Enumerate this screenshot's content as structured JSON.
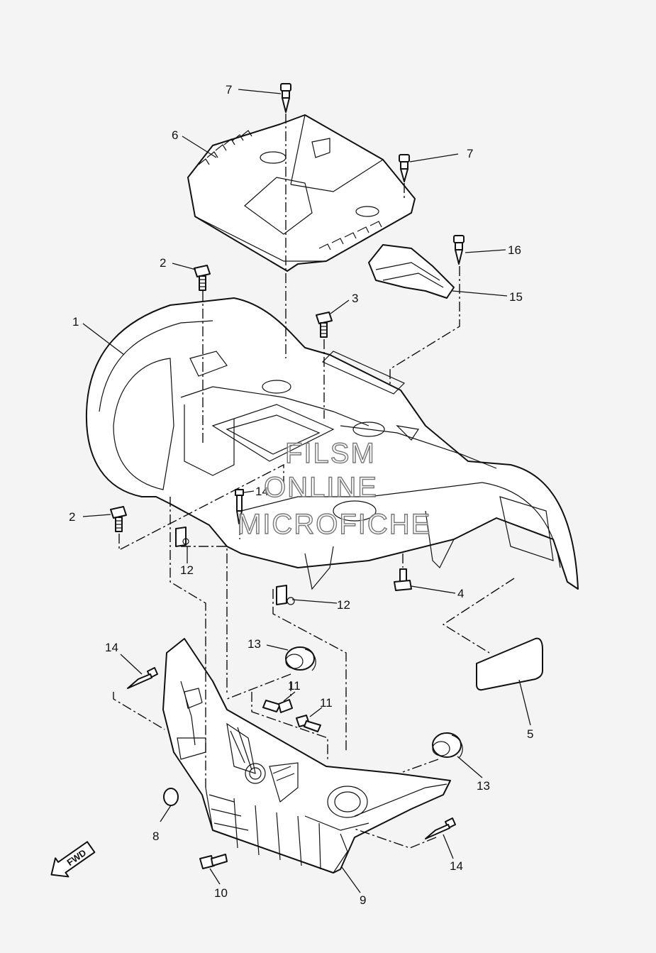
{
  "watermark": [
    "FILSM",
    "ONLINE",
    "MICROFICHE"
  ],
  "direction_label": "FWD",
  "callouts": [
    {
      "id": "c1",
      "num": "1"
    },
    {
      "id": "c2a",
      "num": "2"
    },
    {
      "id": "c2b",
      "num": "2"
    },
    {
      "id": "c3",
      "num": "3"
    },
    {
      "id": "c4",
      "num": "4"
    },
    {
      "id": "c5",
      "num": "5"
    },
    {
      "id": "c6",
      "num": "6"
    },
    {
      "id": "c7a",
      "num": "7"
    },
    {
      "id": "c7b",
      "num": "7"
    },
    {
      "id": "c8",
      "num": "8"
    },
    {
      "id": "c9",
      "num": "9"
    },
    {
      "id": "c10",
      "num": "10"
    },
    {
      "id": "c11a",
      "num": "11"
    },
    {
      "id": "c11b",
      "num": "11"
    },
    {
      "id": "c12a",
      "num": "12"
    },
    {
      "id": "c12b",
      "num": "12"
    },
    {
      "id": "c13a",
      "num": "13"
    },
    {
      "id": "c13b",
      "num": "13"
    },
    {
      "id": "c14a",
      "num": "14"
    },
    {
      "id": "c14b",
      "num": "14"
    },
    {
      "id": "c14c",
      "num": "14"
    },
    {
      "id": "c15",
      "num": "15"
    },
    {
      "id": "c16",
      "num": "16"
    }
  ]
}
